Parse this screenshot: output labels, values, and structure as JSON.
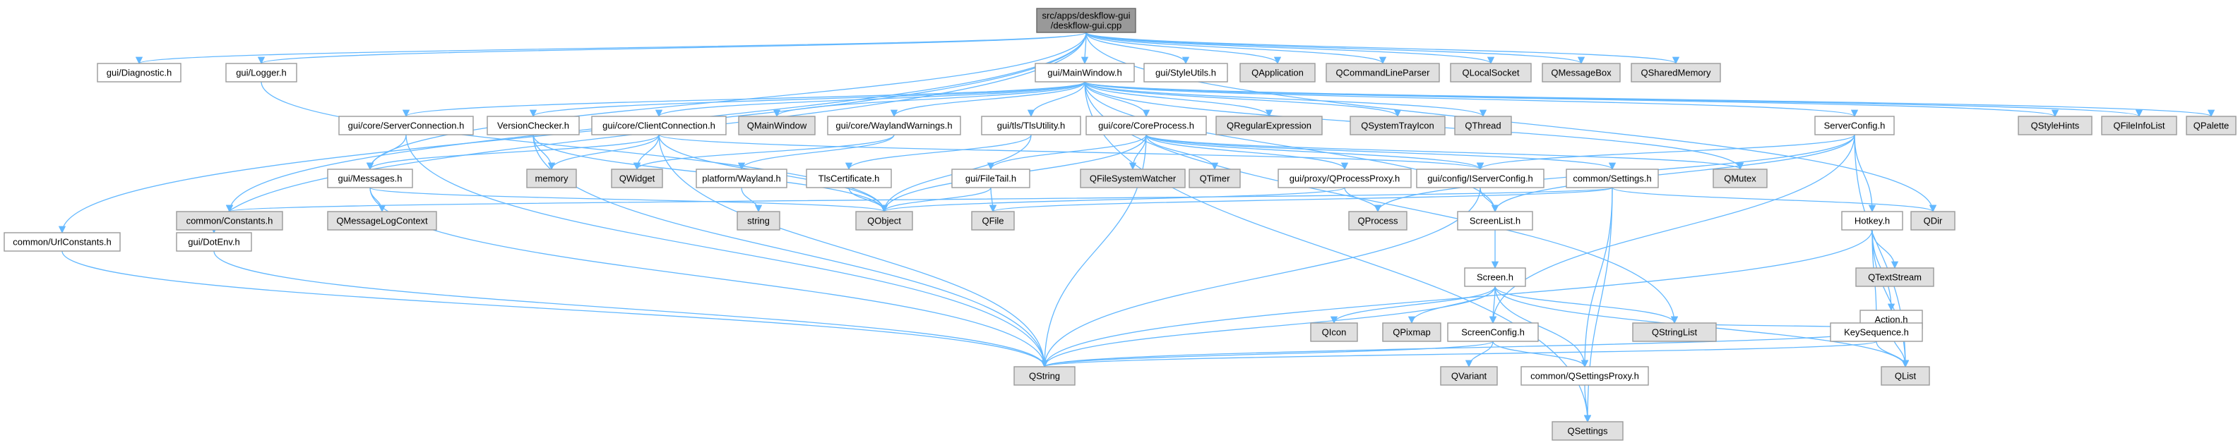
{
  "colors": {
    "edge": "#63b8ff",
    "file_fill": "#ffffff",
    "external_fill": "#e0e0e0",
    "root_fill": "#999999",
    "border": "#999999"
  },
  "nodes": [
    {
      "id": "root",
      "lines": [
        "src/apps/deskflow-gui",
        "/deskflow-gui.cpp"
      ],
      "kind": "root"
    },
    {
      "id": "diag",
      "lines": [
        "gui/Diagnostic.h"
      ],
      "kind": "file"
    },
    {
      "id": "logger",
      "lines": [
        "gui/Logger.h"
      ],
      "kind": "file"
    },
    {
      "id": "mainwin",
      "lines": [
        "gui/MainWindow.h"
      ],
      "kind": "file"
    },
    {
      "id": "styleutils",
      "lines": [
        "gui/StyleUtils.h"
      ],
      "kind": "file"
    },
    {
      "id": "qapp",
      "lines": [
        "QApplication"
      ],
      "kind": "ext"
    },
    {
      "id": "qclp",
      "lines": [
        "QCommandLineParser"
      ],
      "kind": "ext"
    },
    {
      "id": "qlocal",
      "lines": [
        "QLocalSocket"
      ],
      "kind": "ext"
    },
    {
      "id": "qmsgbox",
      "lines": [
        "QMessageBox"
      ],
      "kind": "ext"
    },
    {
      "id": "qshm",
      "lines": [
        "QSharedMemory"
      ],
      "kind": "ext"
    },
    {
      "id": "srvconn",
      "lines": [
        "gui/core/ServerConnection.h"
      ],
      "kind": "file"
    },
    {
      "id": "vercheck",
      "lines": [
        "VersionChecker.h"
      ],
      "kind": "file"
    },
    {
      "id": "cliconn",
      "lines": [
        "gui/core/ClientConnection.h"
      ],
      "kind": "file"
    },
    {
      "id": "qmainwin",
      "lines": [
        "QMainWindow"
      ],
      "kind": "ext"
    },
    {
      "id": "wayland",
      "lines": [
        "gui/core/WaylandWarnings.h"
      ],
      "kind": "file"
    },
    {
      "id": "tlsutil",
      "lines": [
        "gui/tls/TlsUtility.h"
      ],
      "kind": "file"
    },
    {
      "id": "coreproc",
      "lines": [
        "gui/core/CoreProcess.h"
      ],
      "kind": "file"
    },
    {
      "id": "qregex",
      "lines": [
        "QRegularExpression"
      ],
      "kind": "ext"
    },
    {
      "id": "qtray",
      "lines": [
        "QSystemTrayIcon"
      ],
      "kind": "ext"
    },
    {
      "id": "qthread",
      "lines": [
        "QThread"
      ],
      "kind": "ext"
    },
    {
      "id": "srvcfg",
      "lines": [
        "ServerConfig.h"
      ],
      "kind": "file"
    },
    {
      "id": "qstylehints",
      "lines": [
        "QStyleHints"
      ],
      "kind": "ext"
    },
    {
      "id": "qfileinfolist",
      "lines": [
        "QFileInfoList"
      ],
      "kind": "ext"
    },
    {
      "id": "qpalette",
      "lines": [
        "QPalette"
      ],
      "kind": "ext"
    },
    {
      "id": "messages",
      "lines": [
        "gui/Messages.h"
      ],
      "kind": "file"
    },
    {
      "id": "memory",
      "lines": [
        "memory"
      ],
      "kind": "ext"
    },
    {
      "id": "qwidget",
      "lines": [
        "QWidget"
      ],
      "kind": "ext"
    },
    {
      "id": "platwayland",
      "lines": [
        "platform/Wayland.h"
      ],
      "kind": "file"
    },
    {
      "id": "tlscert",
      "lines": [
        "TlsCertificate.h"
      ],
      "kind": "file"
    },
    {
      "id": "filetail",
      "lines": [
        "gui/FileTail.h"
      ],
      "kind": "file"
    },
    {
      "id": "qfsw",
      "lines": [
        "QFileSystemWatcher"
      ],
      "kind": "ext"
    },
    {
      "id": "qtimer",
      "lines": [
        "QTimer"
      ],
      "kind": "ext"
    },
    {
      "id": "procproxy",
      "lines": [
        "gui/proxy/QProcessProxy.h"
      ],
      "kind": "file"
    },
    {
      "id": "iservercfg",
      "lines": [
        "gui/config/IServerConfig.h"
      ],
      "kind": "file"
    },
    {
      "id": "settings",
      "lines": [
        "common/Settings.h"
      ],
      "kind": "file"
    },
    {
      "id": "qmutex",
      "lines": [
        "QMutex"
      ],
      "kind": "ext"
    },
    {
      "id": "constants",
      "lines": [
        "common/Constants.h"
      ],
      "kind": "ext"
    },
    {
      "id": "qmsglog",
      "lines": [
        "QMessageLogContext"
      ],
      "kind": "ext"
    },
    {
      "id": "string",
      "lines": [
        "string"
      ],
      "kind": "ext"
    },
    {
      "id": "qobject",
      "lines": [
        "QObject"
      ],
      "kind": "ext"
    },
    {
      "id": "qfile",
      "lines": [
        "QFile"
      ],
      "kind": "ext"
    },
    {
      "id": "qprocess",
      "lines": [
        "QProcess"
      ],
      "kind": "ext"
    },
    {
      "id": "screenlist",
      "lines": [
        "ScreenList.h"
      ],
      "kind": "file"
    },
    {
      "id": "hotkey",
      "lines": [
        "Hotkey.h"
      ],
      "kind": "file"
    },
    {
      "id": "qdir",
      "lines": [
        "QDir"
      ],
      "kind": "ext"
    },
    {
      "id": "urlconst",
      "lines": [
        "common/UrlConstants.h"
      ],
      "kind": "file"
    },
    {
      "id": "dotenv",
      "lines": [
        "gui/DotEnv.h"
      ],
      "kind": "file"
    },
    {
      "id": "screen",
      "lines": [
        "Screen.h"
      ],
      "kind": "file"
    },
    {
      "id": "qtextstream",
      "lines": [
        "QTextStream"
      ],
      "kind": "ext"
    },
    {
      "id": "action",
      "lines": [
        "Action.h"
      ],
      "kind": "file"
    },
    {
      "id": "qicon",
      "lines": [
        "QIcon"
      ],
      "kind": "ext"
    },
    {
      "id": "qpixmap",
      "lines": [
        "QPixmap"
      ],
      "kind": "ext"
    },
    {
      "id": "screencfg",
      "lines": [
        "ScreenConfig.h"
      ],
      "kind": "file"
    },
    {
      "id": "qstringlist",
      "lines": [
        "QStringList"
      ],
      "kind": "ext"
    },
    {
      "id": "keyseq",
      "lines": [
        "KeySequence.h"
      ],
      "kind": "file"
    },
    {
      "id": "qvariant",
      "lines": [
        "QVariant"
      ],
      "kind": "ext"
    },
    {
      "id": "qstring",
      "lines": [
        "QString"
      ],
      "kind": "ext"
    },
    {
      "id": "qlist",
      "lines": [
        "QList"
      ],
      "kind": "ext"
    },
    {
      "id": "qsettingsproxy",
      "lines": [
        "common/QSettingsProxy.h"
      ],
      "kind": "file"
    },
    {
      "id": "qsettings",
      "lines": [
        "QSettings"
      ],
      "kind": "ext"
    }
  ],
  "edges": [
    [
      "root",
      "diag"
    ],
    [
      "root",
      "logger"
    ],
    [
      "root",
      "mainwin"
    ],
    [
      "root",
      "styleutils"
    ],
    [
      "root",
      "qapp"
    ],
    [
      "root",
      "qclp"
    ],
    [
      "root",
      "qlocal"
    ],
    [
      "root",
      "qmsgbox"
    ],
    [
      "root",
      "qshm"
    ],
    [
      "root",
      "messages"
    ],
    [
      "root",
      "constants"
    ],
    [
      "root",
      "urlconst"
    ],
    [
      "root",
      "dotenv"
    ],
    [
      "root",
      "qdir"
    ],
    [
      "logger",
      "qobject"
    ],
    [
      "mainwin",
      "srvconn"
    ],
    [
      "mainwin",
      "vercheck"
    ],
    [
      "mainwin",
      "cliconn"
    ],
    [
      "mainwin",
      "qmainwin"
    ],
    [
      "mainwin",
      "wayland"
    ],
    [
      "mainwin",
      "tlsutil"
    ],
    [
      "mainwin",
      "coreproc"
    ],
    [
      "mainwin",
      "qregex"
    ],
    [
      "mainwin",
      "qtray"
    ],
    [
      "mainwin",
      "qthread"
    ],
    [
      "mainwin",
      "srvcfg"
    ],
    [
      "mainwin",
      "qstylehints"
    ],
    [
      "mainwin",
      "qfileinfolist"
    ],
    [
      "mainwin",
      "qpalette"
    ],
    [
      "mainwin",
      "qmutex"
    ],
    [
      "mainwin",
      "qsettings"
    ],
    [
      "mainwin",
      "screenlist"
    ],
    [
      "mainwin",
      "qstringlist"
    ],
    [
      "srvconn",
      "messages"
    ],
    [
      "srvconn",
      "qstring"
    ],
    [
      "vercheck",
      "memory"
    ],
    [
      "vercheck",
      "qobject"
    ],
    [
      "vercheck",
      "qstring"
    ],
    [
      "cliconn",
      "messages"
    ],
    [
      "cliconn",
      "memory"
    ],
    [
      "cliconn",
      "qwidget"
    ],
    [
      "cliconn",
      "qobject"
    ],
    [
      "cliconn",
      "qstring"
    ],
    [
      "cliconn",
      "iservercfg"
    ],
    [
      "wayland",
      "platwayland"
    ],
    [
      "wayland",
      "qwidget"
    ],
    [
      "tlsutil",
      "tlscert"
    ],
    [
      "tlsutil",
      "qobject"
    ],
    [
      "coreproc",
      "filetail"
    ],
    [
      "coreproc",
      "qfsw"
    ],
    [
      "coreproc",
      "qtimer"
    ],
    [
      "coreproc",
      "procproxy"
    ],
    [
      "coreproc",
      "iservercfg"
    ],
    [
      "coreproc",
      "settings"
    ],
    [
      "coreproc",
      "qmutex"
    ],
    [
      "coreproc",
      "qobject"
    ],
    [
      "coreproc",
      "qstring"
    ],
    [
      "srvcfg",
      "iservercfg"
    ],
    [
      "srvcfg",
      "hotkey"
    ],
    [
      "srvcfg",
      "screenlist"
    ],
    [
      "srvcfg",
      "screencfg"
    ],
    [
      "srvcfg",
      "qlist"
    ],
    [
      "srvcfg",
      "qprocess"
    ],
    [
      "messages",
      "qmsglog"
    ],
    [
      "messages",
      "qobject"
    ],
    [
      "messages",
      "qstring"
    ],
    [
      "platwayland",
      "string"
    ],
    [
      "tlscert",
      "qobject"
    ],
    [
      "filetail",
      "qfile"
    ],
    [
      "filetail",
      "qobject"
    ],
    [
      "procproxy",
      "qprocess"
    ],
    [
      "procproxy",
      "qobject"
    ],
    [
      "iservercfg",
      "screenlist"
    ],
    [
      "iservercfg",
      "qstring"
    ],
    [
      "settings",
      "qdir"
    ],
    [
      "settings",
      "qfile"
    ],
    [
      "settings",
      "qsettings"
    ],
    [
      "settings",
      "qsettingsproxy"
    ],
    [
      "settings",
      "constants"
    ],
    [
      "screenlist",
      "screen"
    ],
    [
      "hotkey",
      "qtextstream"
    ],
    [
      "hotkey",
      "action"
    ],
    [
      "hotkey",
      "keyseq"
    ],
    [
      "hotkey",
      "qlist"
    ],
    [
      "hotkey",
      "qstring"
    ],
    [
      "urlconst",
      "qstring"
    ],
    [
      "dotenv",
      "qstring"
    ],
    [
      "screen",
      "qicon"
    ],
    [
      "screen",
      "qpixmap"
    ],
    [
      "screen",
      "screencfg"
    ],
    [
      "screen",
      "qstringlist"
    ],
    [
      "screen",
      "qstring"
    ],
    [
      "screen",
      "qlist"
    ],
    [
      "screen",
      "qsettingsproxy"
    ],
    [
      "action",
      "qstringlist"
    ],
    [
      "action",
      "keyseq"
    ],
    [
      "action",
      "qstring"
    ],
    [
      "action",
      "qlist"
    ],
    [
      "screencfg",
      "qvariant"
    ],
    [
      "screencfg",
      "qsettingsproxy"
    ],
    [
      "screencfg",
      "qstring"
    ],
    [
      "keyseq",
      "qstring"
    ],
    [
      "keyseq",
      "qlist"
    ],
    [
      "qsettingsproxy",
      "qsettings"
    ]
  ]
}
